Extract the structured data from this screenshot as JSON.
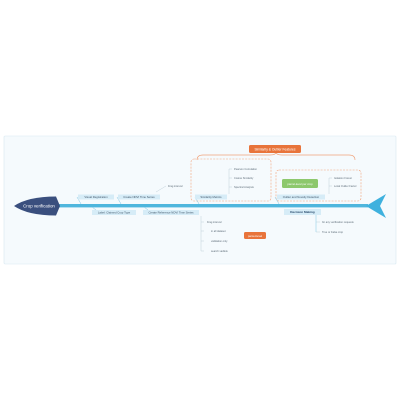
{
  "diagram": {
    "head_label": "Crop verification",
    "tail_label": "Decision Making",
    "top_branches": [
      "Visual Registration",
      "Create NDVI Time Series",
      "Similarity Metrics",
      "Outlier and Novelty Detection"
    ],
    "bottom_branches": [
      "Label: Claimed Crop Type",
      "Create Reference NDVI Time Series"
    ],
    "top_callout": "Similarity & Outlier Features",
    "green_callout": "parcel-level per crop",
    "bottom_callout": "parcel-level",
    "leaves": {
      "ndvi_series": "Frag interval",
      "similarity": [
        "Pearson Correlation",
        "Cosine Similarity",
        "Spectral Analysis"
      ],
      "outlier": [
        "Isolation Forest",
        "Local Outlier Factor"
      ],
      "reference": [
        "Frag interval",
        "in all dataset",
        "validation only",
        "search vadlets"
      ],
      "decision": [
        "for any verification requests",
        "True or False crop"
      ]
    }
  },
  "colors": {
    "spine": "#4fb6dd",
    "head": "#3a4f7e",
    "tail": "#3fb1de",
    "callout_orange": "#e8743b",
    "callout_green": "#8dc86d",
    "dash_orange": "#f0a27a",
    "branch": "#7ec7e4",
    "box_fill": "#d6ecf7",
    "frame_fill": "#f5fafd",
    "frame_border": "#d7e8f1"
  }
}
